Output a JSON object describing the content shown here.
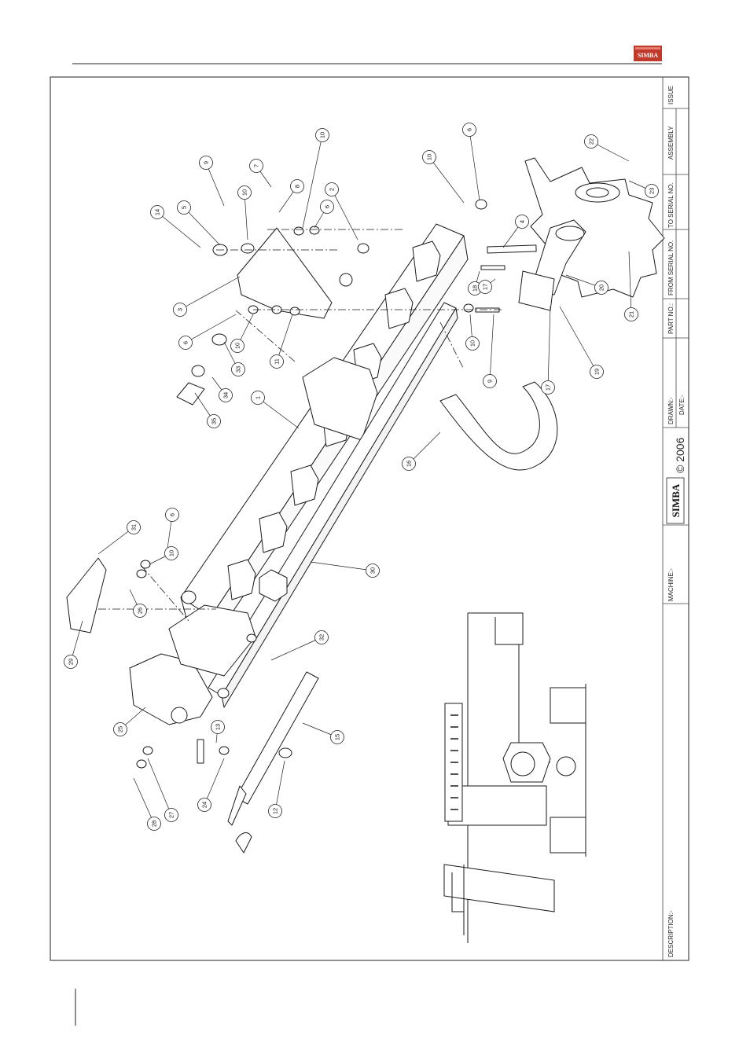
{
  "header": {
    "logo_text": "SIMBA"
  },
  "title_block": {
    "issue_label": "ISSUE",
    "assembly_label": "ASSEMBLY",
    "to_serial_label": "TO SERIAL NO.",
    "from_serial_label": "FROM SERIAL NO.",
    "part_no_label": "PART NO.:",
    "drawn_label": "DRAWN:-",
    "date_label": "DATE:-",
    "copyright": "© 2006",
    "logo_text": "SIMBA",
    "machine_label": "MACHINE:-",
    "description_label": "DESCRIPTION:-"
  },
  "balloons": [
    "1",
    "2",
    "3",
    "4",
    "5",
    "6",
    "7",
    "8",
    "9",
    "10",
    "11",
    "12",
    "13",
    "14",
    "15",
    "16",
    "17",
    "18",
    "19",
    "20",
    "21",
    "22",
    "23",
    "24",
    "25",
    "26",
    "27",
    "28",
    "29",
    "30",
    "31",
    "32",
    "33",
    "34",
    "35"
  ],
  "colors": {
    "line": "#1a1a1a",
    "logo_red": "#c0392b"
  }
}
